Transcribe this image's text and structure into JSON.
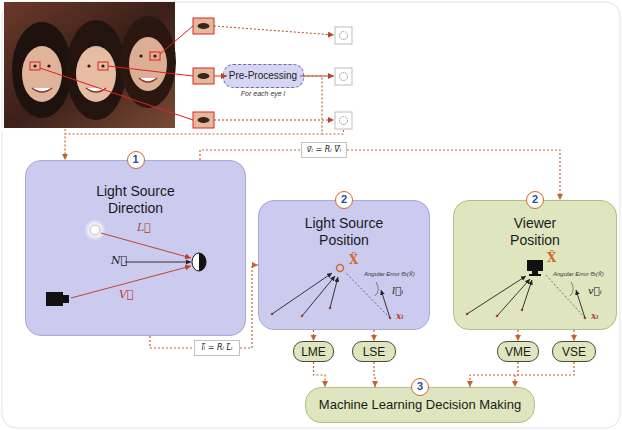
{
  "diagram": {
    "nodes": [
      {
        "text": [
          "Pre-Processing",
          "For each eye i"
        ]
      },
      {
        "text": [
          "1",
          "Light Source Direction"
        ]
      },
      {
        "text": [
          "v⃗ᵢ = Rᵢ V⃗ᵢ"
        ]
      },
      {
        "text": [
          "2",
          "Light Source Position"
        ]
      },
      {
        "text": [
          "2",
          "Viewer Position"
        ]
      },
      {
        "text": [
          "l⃗ᵢ = Rᵢ L⃗ᵢ"
        ]
      },
      {
        "text": [
          "LME"
        ]
      },
      {
        "text": [
          "LSE"
        ]
      },
      {
        "text": [
          "VME"
        ]
      },
      {
        "text": [
          "VSE"
        ]
      },
      {
        "text": [
          "3",
          "Machine Learning Decision Making"
        ]
      }
    ],
    "edges": [
      {
        "from": 0,
        "to": 1,
        "arrow": "to"
      },
      {
        "from": 1,
        "to": 2,
        "arrow": "none"
      },
      {
        "from": 2,
        "to": 4,
        "arrow": "to"
      },
      {
        "from": 1,
        "to": 5,
        "arrow": "none"
      },
      {
        "from": 5,
        "to": 3,
        "arrow": "to"
      },
      {
        "from": 3,
        "to": 6,
        "arrow": "to"
      },
      {
        "from": 3,
        "to": 7,
        "arrow": "to"
      },
      {
        "from": 4,
        "to": 8,
        "arrow": "to"
      },
      {
        "from": 4,
        "to": 9,
        "arrow": "to"
      },
      {
        "from": 6,
        "to": 10,
        "arrow": "to"
      },
      {
        "from": 7,
        "to": 10,
        "arrow": "to"
      },
      {
        "from": 8,
        "to": 10,
        "arrow": "to"
      },
      {
        "from": 9,
        "to": 10,
        "arrow": "to"
      }
    ],
    "labels": [
      "L⃗",
      "N⃗",
      "V⃗",
      "X̂",
      "Angular Error Θᵢ(X̂)",
      "l⃗ᵢ",
      "xᵢ",
      "X̂",
      "Angular Error Θᵢ(X̂)",
      "v⃗ᵢ",
      "xᵢ"
    ]
  }
}
